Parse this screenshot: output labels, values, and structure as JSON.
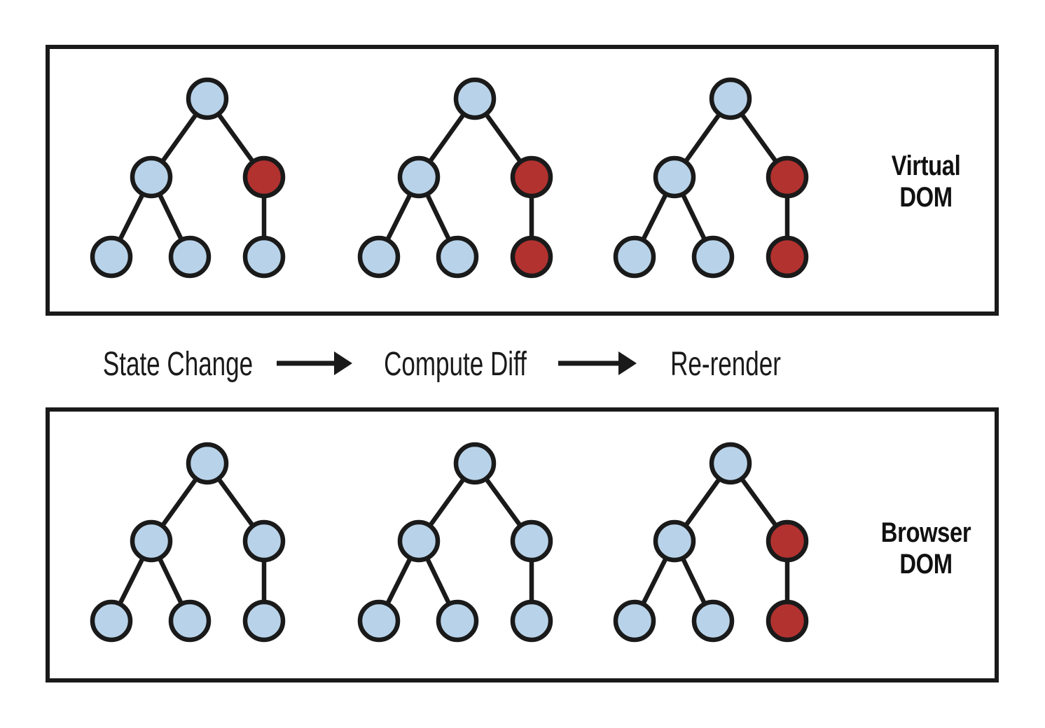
{
  "colors": {
    "node_blue": "#b8d3e9",
    "node_red": "#b23230",
    "line": "#1a1a1a",
    "panel_border": "#1a1a1a",
    "text": "#111111",
    "background": "#ffffff"
  },
  "virtual_dom": {
    "label": "Virtual DOM",
    "label_lines": [
      "Virtual",
      "DOM"
    ],
    "trees": [
      {
        "id": "state-1",
        "node_colors": [
          "blue",
          "blue",
          "red",
          "blue",
          "blue",
          "blue"
        ]
      },
      {
        "id": "state-2",
        "node_colors": [
          "blue",
          "blue",
          "red",
          "blue",
          "blue",
          "red"
        ]
      },
      {
        "id": "state-3",
        "node_colors": [
          "blue",
          "blue",
          "red",
          "blue",
          "blue",
          "red"
        ]
      }
    ]
  },
  "flow": {
    "steps": [
      "State Change",
      "Compute Diff",
      "Re-render"
    ]
  },
  "browser_dom": {
    "label": "Browser DOM",
    "label_lines": [
      "Browser",
      "DOM"
    ],
    "trees": [
      {
        "id": "state-1",
        "node_colors": [
          "blue",
          "blue",
          "blue",
          "blue",
          "blue",
          "blue"
        ]
      },
      {
        "id": "state-2",
        "node_colors": [
          "blue",
          "blue",
          "blue",
          "blue",
          "blue",
          "blue"
        ]
      },
      {
        "id": "state-3",
        "node_colors": [
          "blue",
          "blue",
          "red",
          "blue",
          "blue",
          "red"
        ]
      }
    ]
  }
}
